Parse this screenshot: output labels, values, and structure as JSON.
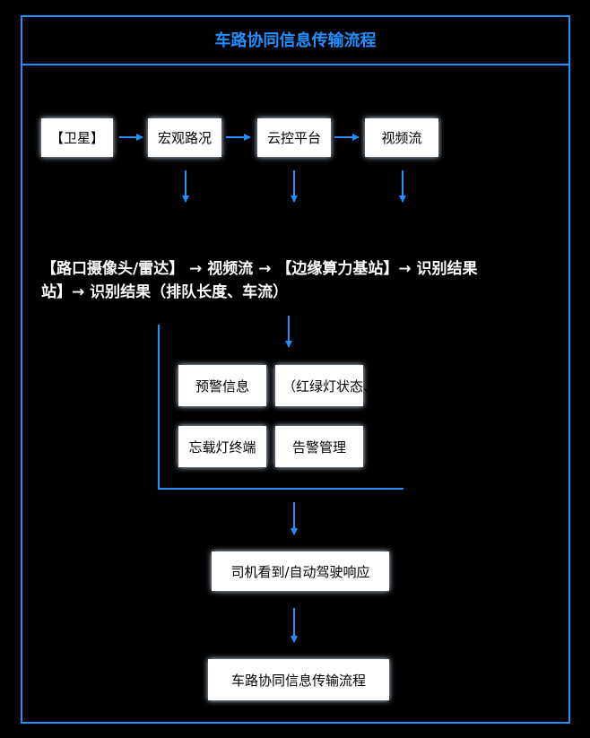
{
  "title": "车路协同信息传输流程",
  "row1": {
    "satellite": "【卫星】",
    "macro": "宏观路况",
    "cloud": "云控平台",
    "video": "视频流"
  },
  "text_lines": [
    "【路口摄像头/雷达】 → 视频流 → 【边缘算力基站】→ 识别结果",
    "站】→ 识别结果（排队长度、车流）"
  ],
  "alerts": {
    "warning_info": "预警信息",
    "warning_detail": "（红绿灯状态、超视距预警）",
    "onboard": "忘载灯终端",
    "alarm_mgmt": "告警管理"
  },
  "driver_response": "司机看到/自动驾驶响应",
  "footer_box": "车路协同信息传输流程",
  "colors": {
    "accent": "#1e90ff",
    "background": "#000000",
    "box_fill": "#ffffff"
  }
}
